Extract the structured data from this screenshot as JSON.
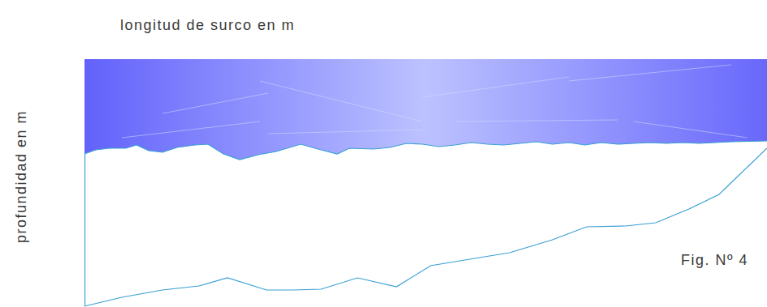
{
  "diagram": {
    "caption": "Fig. Nº 4",
    "labels": [
      "longitud de surco en m",
      "profundidad en m"
    ]
  }
}
